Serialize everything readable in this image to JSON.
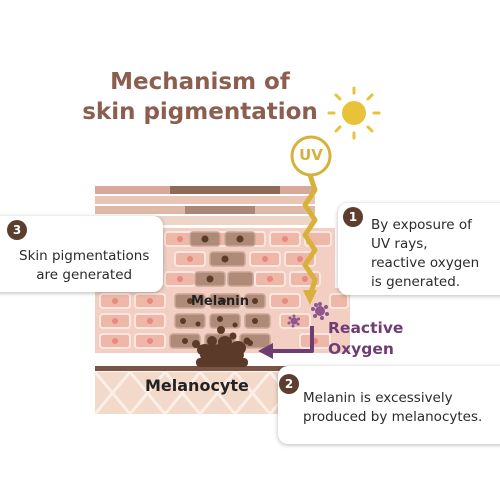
{
  "title": {
    "line1": "Mechanism of",
    "line2": "skin pigmentation"
  },
  "uv_label": "UV",
  "labels": {
    "melanin": "Melanin",
    "reactive_line1": "Reactive",
    "reactive_line2": "Oxygen",
    "melanocyte": "Melanocyte"
  },
  "steps": [
    {
      "number": "1",
      "lines": [
        "By exposure of",
        "UV rays,",
        "reactive oxygen",
        "is generated."
      ]
    },
    {
      "number": "2",
      "lines": [
        "Melanin is excessively",
        "produced by melanocytes."
      ]
    },
    {
      "number": "3",
      "lines": [
        "Skin pigmentations",
        "are generated"
      ]
    }
  ],
  "colors": {
    "title": "#8b5e4f",
    "sun": "#e8c33a",
    "uv": "#d8b13a",
    "reactive": "#6e3e73",
    "badge": "#5d3d2e",
    "cell": "#efb7a8",
    "brown_cell": "#b08a78",
    "melanin": "#5b3a2a"
  }
}
